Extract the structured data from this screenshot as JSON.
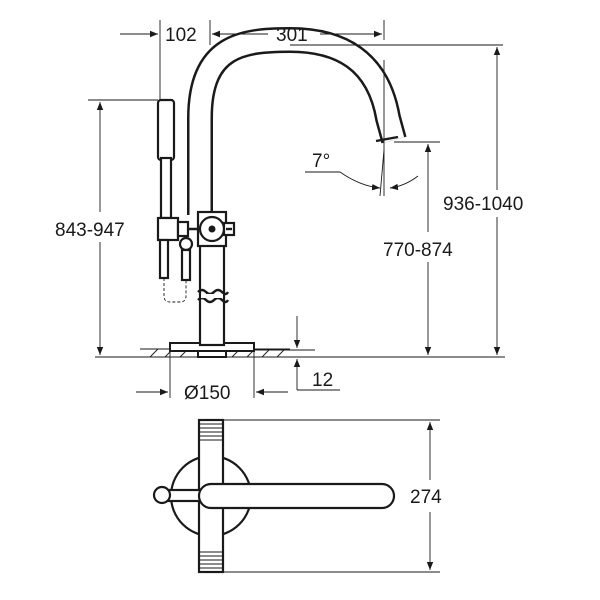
{
  "dimensions": {
    "hand_shower_offset": "102",
    "spout_reach": "301",
    "spout_angle": "7°",
    "total_height": "936-1040",
    "outlet_height": "770-874",
    "hand_shower_height": "843-947",
    "base_diameter": "Ø150",
    "base_thickness": "12",
    "plan_width": "274"
  }
}
